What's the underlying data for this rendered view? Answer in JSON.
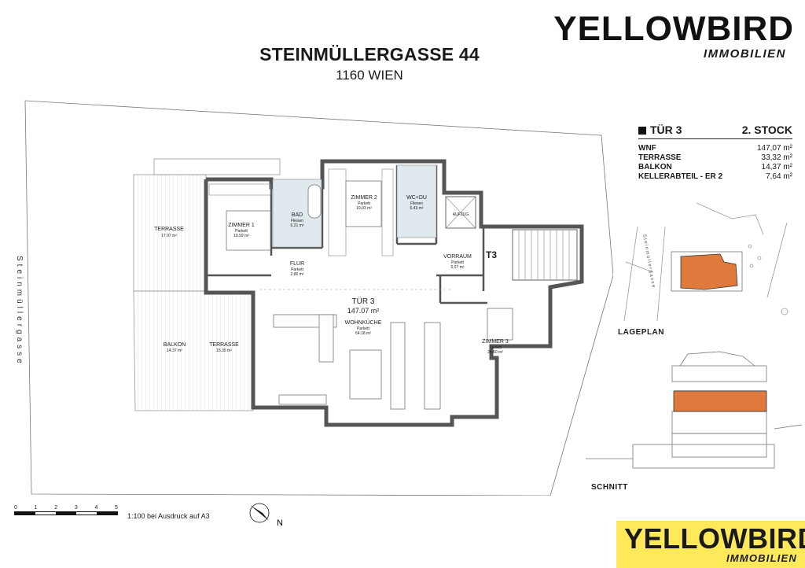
{
  "header": {
    "title": "STEINMÜLLERGASSE 44",
    "subtitle": "1160 WIEN"
  },
  "logo": {
    "word": "YELLOWBIRD",
    "sub": "IMMOBILIEN",
    "bottom_bg": "#fde95a"
  },
  "unit": {
    "door": "TÜR 3",
    "floor": "2. STOCK",
    "areas": [
      {
        "label": "WNF",
        "value": "147,07 m²"
      },
      {
        "label": "TERRASSE",
        "value": "33,32 m²"
      },
      {
        "label": "BALKON",
        "value": "14,37 m²"
      },
      {
        "label": "KELLERABTEIL - ER 2",
        "value": "7,64 m²"
      }
    ]
  },
  "plan": {
    "street": "Steinmüllergasse",
    "unit_label": "TÜR 3",
    "unit_area": "147.07 m²",
    "stair": "T3",
    "rooms": [
      {
        "name": "TERRASSE",
        "floor": "",
        "area": "17.97 m²"
      },
      {
        "name": "ZIMMER 1",
        "floor": "Parkett",
        "area": "19.59 m²"
      },
      {
        "name": "BAD",
        "floor": "Fliesen",
        "area": "6.21 m²"
      },
      {
        "name": "ZIMMER 2",
        "floor": "Parkett",
        "area": "19.03 m²"
      },
      {
        "name": "WC+DU",
        "floor": "Fliesen",
        "area": "6.43 m²"
      },
      {
        "name": "FLUR",
        "floor": "Parkett",
        "area": "2.86 m²"
      },
      {
        "name": "VORRAUM",
        "floor": "Parkett",
        "area": "5.07 m²"
      },
      {
        "name": "WOHNKÜCHE",
        "floor": "Parkett",
        "area": "64.18 m²"
      },
      {
        "name": "ZIMMER 3",
        "floor": "Parkett",
        "area": "24.60 m²"
      },
      {
        "name": "BALKON",
        "floor": "",
        "area": "14.37 m²"
      },
      {
        "name": "TERRASSE",
        "floor": "",
        "area": "15.35 m²"
      }
    ],
    "lift": "AUFZUG"
  },
  "lageplan": {
    "label": "LAGEPLAN",
    "street": "Steinmüllergasse",
    "highlight": "#e07a3c"
  },
  "schnitt": {
    "label": "SCHNITT",
    "highlight": "#e07a3c"
  },
  "scale": {
    "ticks": [
      "0",
      "1",
      "2",
      "3",
      "4",
      "5"
    ],
    "note": "1:100 bei Ausdruck auf A3",
    "north": "N"
  }
}
